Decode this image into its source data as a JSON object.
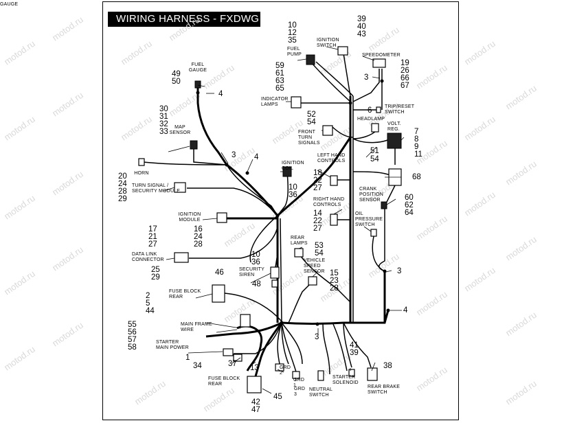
{
  "title": "WIRING HARNESS - FXDWG",
  "watermark": "motod.ru",
  "components": [
    {
      "id": "fuel-gauge",
      "label_lines": [
        "FUEL",
        "GAUGE"
      ],
      "numbers": [
        "49",
        "50"
      ]
    },
    {
      "id": "map-sensor",
      "label_lines": [
        "MAP",
        "SENSOR"
      ],
      "numbers": [
        "30",
        "31",
        "32",
        "33"
      ]
    },
    {
      "id": "horn",
      "label_lines": [
        "HORN"
      ],
      "numbers": []
    },
    {
      "id": "turn-signal-module",
      "label_lines": [
        "TURN SIGNAL /",
        "SECURITY MODULE"
      ],
      "numbers": [
        "20",
        "24",
        "28",
        "29"
      ]
    },
    {
      "id": "ignition-module",
      "label_lines": [
        "IGNITION",
        "MODULE"
      ],
      "numbers": [
        "16",
        "24",
        "28"
      ]
    },
    {
      "id": "data-link-connector",
      "label_lines": [
        "DATA LINK",
        "CONNECTOR"
      ],
      "numbers": [
        "17",
        "21",
        "27",
        "25",
        "29"
      ]
    },
    {
      "id": "fuse-block-rear-upper",
      "label_lines": [
        "FUSE BLOCK",
        "REAR"
      ],
      "numbers": [
        "46",
        "2",
        "5",
        "44"
      ]
    },
    {
      "id": "main-frame-wire",
      "label_lines": [
        "MAIN FRAME",
        "WIRE"
      ],
      "numbers": [
        "55",
        "56",
        "57",
        "58"
      ]
    },
    {
      "id": "starter-main-power",
      "label_lines": [
        "STARTER",
        "MAIN POWER"
      ],
      "numbers": [
        "1",
        "34"
      ]
    },
    {
      "id": "fuse-block-rear-lower",
      "label_lines": [
        "FUSE BLOCK",
        "REAR"
      ],
      "numbers": [
        "42",
        "47",
        "45"
      ]
    },
    {
      "id": "fuel-pump",
      "label_lines": [
        "FUEL",
        "PUMP"
      ],
      "numbers": [
        "10",
        "12",
        "35"
      ]
    },
    {
      "id": "ignition-switch",
      "label_lines": [
        "IGNITION",
        "SWITCH"
      ],
      "numbers": [
        "39",
        "40",
        "43"
      ]
    },
    {
      "id": "speedometer",
      "label_lines": [
        "SPEEDOMETER"
      ],
      "numbers": [
        "19",
        "26",
        "66",
        "67"
      ]
    },
    {
      "id": "indicator-lamps",
      "label_lines": [
        "INDICATOR",
        "LAMPS"
      ],
      "numbers": [
        "59",
        "61",
        "63",
        "65"
      ]
    },
    {
      "id": "trip-reset-switch",
      "label_lines": [
        "TRIP/RESET",
        "SWITCH"
      ],
      "numbers": [
        "6"
      ]
    },
    {
      "id": "headlamp",
      "label_lines": [
        "HEADLAMP"
      ],
      "numbers": []
    },
    {
      "id": "volt-reg",
      "label_lines": [
        "VOLT.",
        "REG."
      ],
      "numbers": [
        "7",
        "8",
        "9",
        "11"
      ]
    },
    {
      "id": "front-turn-signals",
      "label_lines": [
        "FRONT",
        "TURN",
        "SIGNALS"
      ],
      "numbers": [
        "52",
        "54",
        "51",
        "54"
      ]
    },
    {
      "id": "ignition-coil",
      "label_lines": [
        "IGNITION",
        "COIL"
      ],
      "numbers": [
        "10",
        "36"
      ]
    },
    {
      "id": "left-hand-controls",
      "label_lines": [
        "LEFT HAND",
        "CONTROLS"
      ],
      "numbers": [
        "18",
        "22",
        "27"
      ]
    },
    {
      "id": "crank-position-sensor",
      "label_lines": [
        "CRANK",
        "POSITION",
        "SENSOR"
      ],
      "numbers": [
        "60",
        "62",
        "64"
      ]
    },
    {
      "id": "right-hand-controls",
      "label_lines": [
        "RIGHT HAND",
        "CONTROLS"
      ],
      "numbers": [
        "14",
        "22",
        "27"
      ]
    },
    {
      "id": "oil-pressure-switch",
      "label_lines": [
        "OIL",
        "PRESSURE",
        "SWITCH"
      ],
      "numbers": []
    },
    {
      "id": "rear-lamps",
      "label_lines": [
        "REAR",
        "LAMPS"
      ],
      "numbers": [
        "53",
        "54"
      ]
    },
    {
      "id": "security-siren",
      "label_lines": [
        "SECURITY",
        "SIREN"
      ],
      "numbers": [
        "10",
        "36",
        "48"
      ]
    },
    {
      "id": "vehicle-speed-sensor",
      "label_lines": [
        "VEHICLE",
        "SPEED",
        "SENSOR"
      ],
      "numbers": [
        "15",
        "23",
        "28"
      ]
    },
    {
      "id": "starter-solenoid",
      "label_lines": [
        "STARTER",
        "SOLENOID"
      ],
      "numbers": [
        "41",
        "39"
      ]
    },
    {
      "id": "neutral-switch",
      "label_lines": [
        "NEUTRAL",
        "SWITCH"
      ],
      "numbers": []
    },
    {
      "id": "rear-brake-switch",
      "label_lines": [
        "REAR BRAKE",
        "SWITCH"
      ],
      "numbers": [
        "38"
      ]
    },
    {
      "id": "grd-1",
      "label_lines": [
        "GRD",
        "1"
      ],
      "numbers": []
    },
    {
      "id": "grd-2",
      "label_lines": [
        "GRD",
        "2"
      ],
      "numbers": []
    },
    {
      "id": "grd-3",
      "label_lines": [
        "GRD",
        "3"
      ],
      "numbers": []
    }
  ],
  "clip_callouts": [
    {
      "id": "fuel-gauge-clip",
      "number": "4"
    },
    {
      "id": "map-clip",
      "number": "3"
    },
    {
      "id": "upper-clip",
      "number": "4"
    },
    {
      "id": "speedo-clip",
      "number": "3"
    },
    {
      "id": "right-clip-3",
      "number": "3"
    },
    {
      "id": "right-clip-4",
      "number": "4"
    },
    {
      "id": "lower-clip-3",
      "number": "3"
    },
    {
      "id": "main-frame-37",
      "number": "37"
    },
    {
      "id": "main-frame-13",
      "number": "13"
    },
    {
      "id": "horn-68",
      "number": "68"
    }
  ]
}
